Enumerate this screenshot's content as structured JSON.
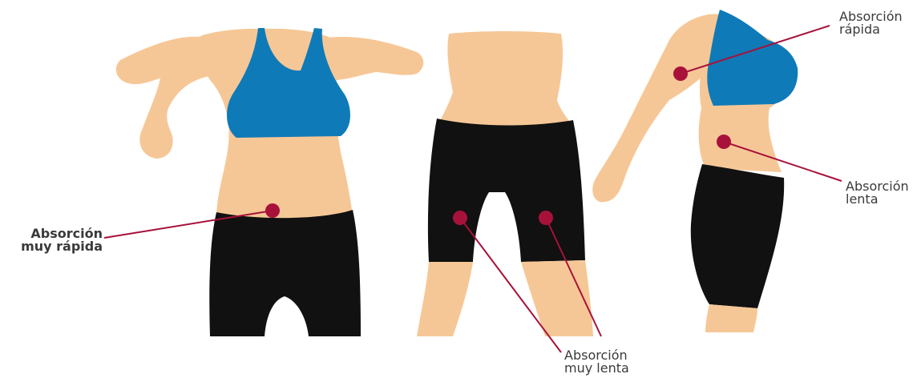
{
  "colors": {
    "skin": "#f6c796",
    "skin_shade": "#e9b07c",
    "bra": "#0f7ab8",
    "bra_dark": "#0b5f90",
    "shorts": "#111111",
    "marker": "#a8123a",
    "text": "#3a3a3a"
  },
  "labels": {
    "muy_rapida": {
      "line1": "Absorción",
      "line2": "muy rápida"
    },
    "muy_lenta": {
      "line1": "Absorción",
      "line2": "muy lenta"
    },
    "rapida": {
      "line1": "Absorción",
      "line2": "rápida"
    },
    "lenta": {
      "line1": "Absorción",
      "line2": "lenta"
    }
  }
}
